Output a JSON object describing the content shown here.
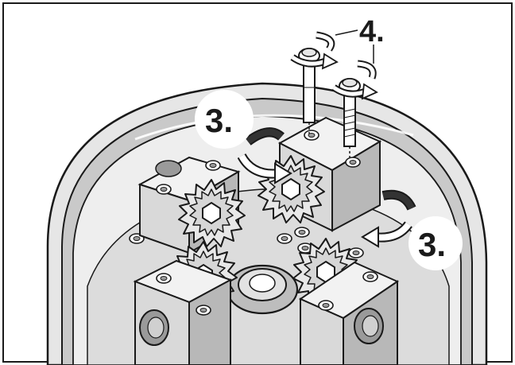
{
  "labels": {
    "step_4": "4.",
    "step_3_left": "3.",
    "step_3_right": "3."
  },
  "colors": {
    "line": "#1a1a1a",
    "light_gray": "#e6e6e6",
    "mid_gray": "#c8c8c8",
    "dark_gray": "#9a9a9a",
    "background": "#ffffff"
  },
  "icons": [
    "rotation-arrow-icon",
    "screw-icon",
    "gear-icon"
  ]
}
